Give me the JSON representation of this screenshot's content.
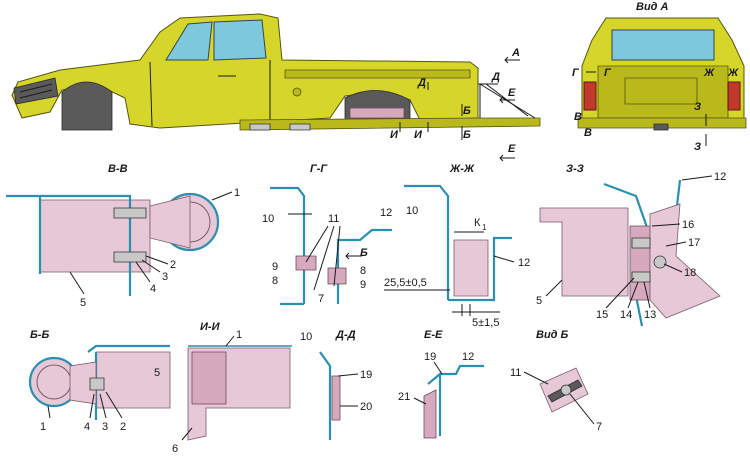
{
  "section_titles": {
    "view_a": "Вид А",
    "vv": "В-В",
    "gg": "Г-Г",
    "zhzh": "Ж-Ж",
    "zz": "З-З",
    "bb": "Б-Б",
    "ii": "И-И",
    "dd": "Д-Д",
    "ee": "Е-Е",
    "view_b": "Вид Б"
  },
  "car_markers": {
    "a": "А",
    "d1": "Д",
    "d2": "Д",
    "b1": "Б",
    "b2": "Б",
    "e1": "Е",
    "e2": "Е",
    "i1": "И",
    "i2": "И",
    "g": "Г",
    "zh": "Ж",
    "zh2": "Ж",
    "v": "В",
    "v2": "В",
    "z1": "З",
    "z2": "З"
  },
  "dimensions": {
    "d1": "25,5±0,5",
    "d2": "5±1,5",
    "k1": "К",
    "k1_sub": "1"
  },
  "vv_labels": [
    "1",
    "2",
    "3",
    "4",
    "5"
  ],
  "gg_labels": [
    "10",
    "11",
    "12",
    "9",
    "8",
    "7",
    "8",
    "9",
    "Б"
  ],
  "zhzh_labels": [
    "10",
    "12"
  ],
  "zz_labels": [
    "12",
    "16",
    "17",
    "18",
    "5",
    "15",
    "14",
    "13"
  ],
  "bb_labels": [
    "5",
    "1",
    "4",
    "3",
    "2"
  ],
  "ii_labels": [
    "1",
    "6"
  ],
  "dd_labels": [
    "10",
    "19",
    "20"
  ],
  "ee_labels": [
    "19",
    "12",
    "21"
  ],
  "viewb_labels": [
    "11",
    "7"
  ]
}
